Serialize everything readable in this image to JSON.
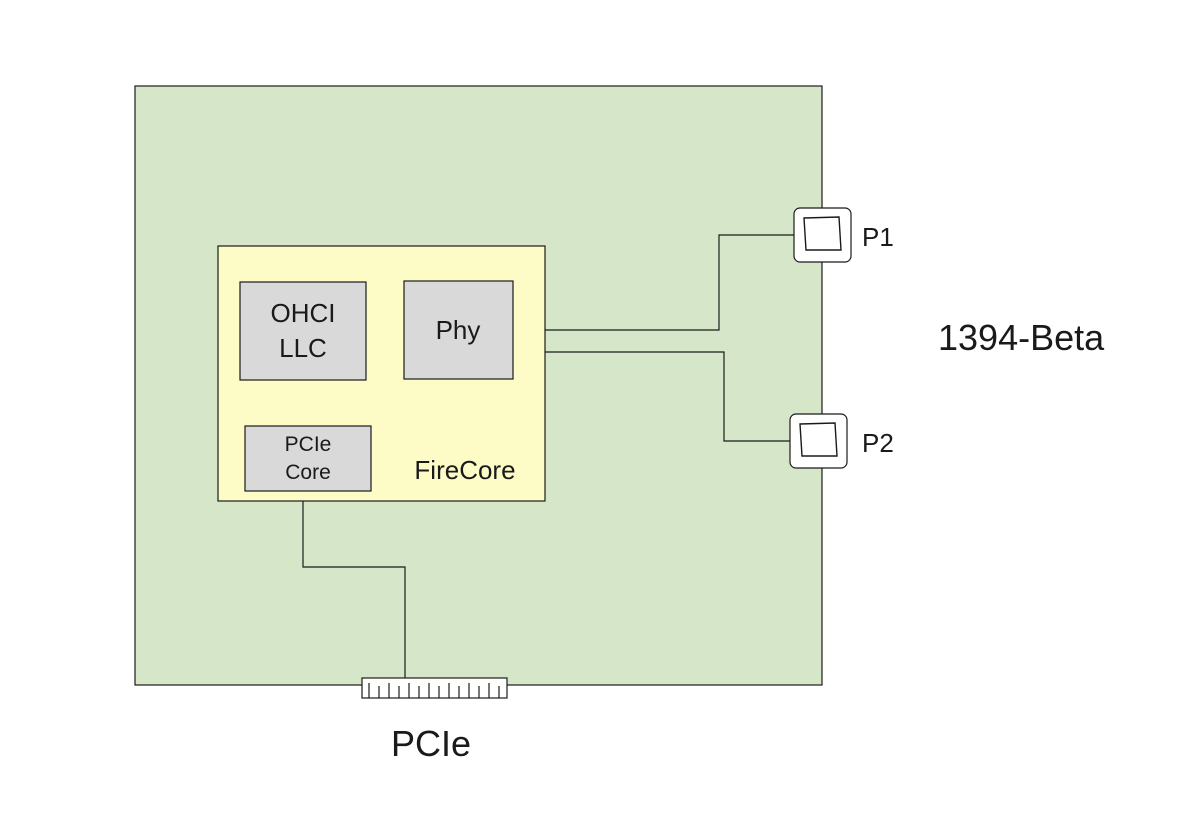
{
  "colors": {
    "board": "#d6e6c9",
    "firecore": "#fdfcc6",
    "block": "#d9d9d9",
    "stroke": "#1a1a1a",
    "port": "#ffffff"
  },
  "board": {
    "label": "1394-Beta"
  },
  "firecore": {
    "label": "FireCore"
  },
  "blocks": {
    "ohci": {
      "line1": "OHCI",
      "line2": "LLC"
    },
    "phy": {
      "label": "Phy"
    },
    "pcie_core": {
      "line1": "PCIe",
      "line2": "Core"
    }
  },
  "ports": {
    "p1": {
      "label": "P1"
    },
    "p2": {
      "label": "P2"
    }
  },
  "pcie_connector": {
    "label": "PCIe"
  }
}
